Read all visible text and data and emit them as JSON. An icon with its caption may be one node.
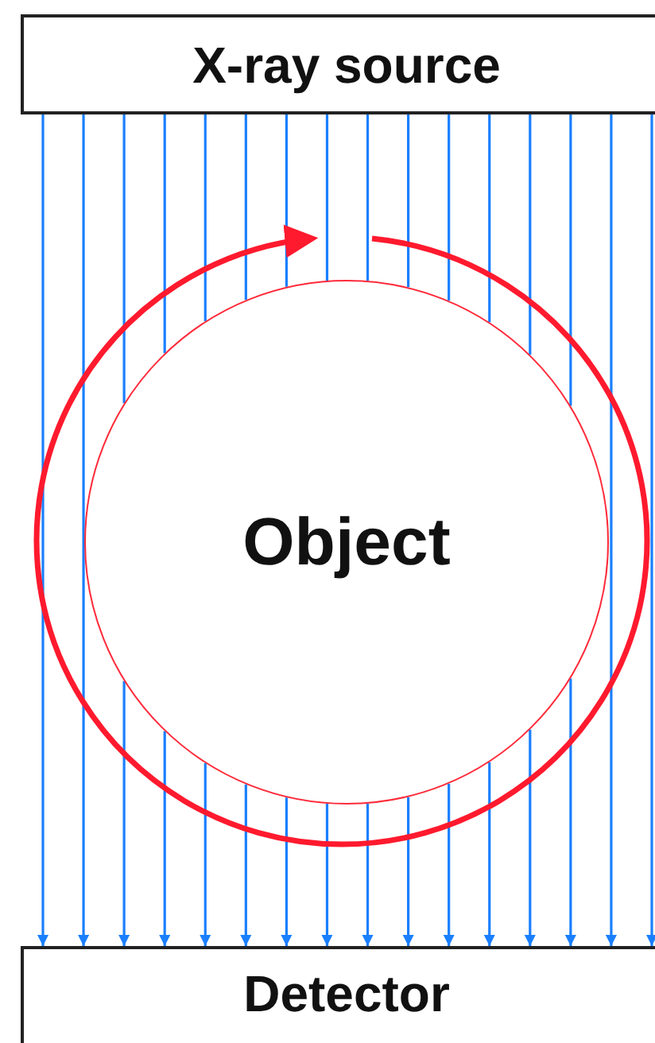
{
  "diagram": {
    "nodes": [
      {
        "text": [
          "X-ray source"
        ]
      },
      {
        "text": [
          "Object"
        ]
      },
      {
        "text": [
          "Detector"
        ]
      }
    ],
    "edges": [
      {
        "from": 0,
        "to": 2,
        "arrow": "to"
      },
      {
        "from": 0,
        "to": 2,
        "arrow": "to"
      },
      {
        "from": 0,
        "to": 1,
        "arrow": "none"
      },
      {
        "from": 1,
        "to": 2,
        "arrow": "to"
      },
      {
        "from": 0,
        "to": 1,
        "arrow": "none"
      },
      {
        "from": 1,
        "to": 2,
        "arrow": "to"
      },
      {
        "from": 0,
        "to": 1,
        "arrow": "none"
      },
      {
        "from": 1,
        "to": 2,
        "arrow": "to"
      },
      {
        "from": 0,
        "to": 1,
        "arrow": "none"
      },
      {
        "from": 1,
        "to": 2,
        "arrow": "to"
      },
      {
        "from": 0,
        "to": 1,
        "arrow": "none"
      },
      {
        "from": 1,
        "to": 2,
        "arrow": "to"
      },
      {
        "from": 0,
        "to": 1,
        "arrow": "none"
      },
      {
        "from": 1,
        "to": 2,
        "arrow": "to"
      },
      {
        "from": 0,
        "to": 1,
        "arrow": "none"
      },
      {
        "from": 1,
        "to": 2,
        "arrow": "to"
      },
      {
        "from": 0,
        "to": 1,
        "arrow": "none"
      },
      {
        "from": 1,
        "to": 2,
        "arrow": "to"
      },
      {
        "from": 0,
        "to": 1,
        "arrow": "none"
      },
      {
        "from": 1,
        "to": 2,
        "arrow": "to"
      },
      {
        "from": 0,
        "to": 1,
        "arrow": "none"
      },
      {
        "from": 1,
        "to": 2,
        "arrow": "to"
      },
      {
        "from": 0,
        "to": 1,
        "arrow": "none"
      },
      {
        "from": 1,
        "to": 2,
        "arrow": "to"
      },
      {
        "from": 0,
        "to": 1,
        "arrow": "none"
      },
      {
        "from": 1,
        "to": 2,
        "arrow": "to"
      },
      {
        "from": 0,
        "to": 2,
        "arrow": "to"
      },
      {
        "from": 0,
        "to": 2,
        "arrow": "to"
      }
    ]
  }
}
